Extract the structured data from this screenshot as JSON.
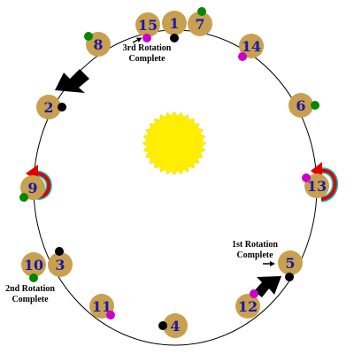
{
  "colors": {
    "orbit": "#000000",
    "planet": "#c8a050",
    "sun": "#ffee00",
    "number": "#1a1aa6",
    "marker_black": "#000000",
    "marker_magenta": "#cc00cc",
    "marker_green": "#008800",
    "rotation_arrow": "#e00000",
    "rotation_arrow_edge": "#00c8c8"
  },
  "positions": [
    {
      "label": "1",
      "marker": "black"
    },
    {
      "label": "15",
      "marker": "magenta"
    },
    {
      "label": "7",
      "marker": "green"
    },
    {
      "label": "14",
      "marker": "magenta"
    },
    {
      "label": "6",
      "marker": "green"
    },
    {
      "label": "13",
      "marker": "magenta"
    },
    {
      "label": "5",
      "marker": "black"
    },
    {
      "label": "12",
      "marker": "magenta"
    },
    {
      "label": "4",
      "marker": "black"
    },
    {
      "label": "11",
      "marker": "magenta"
    },
    {
      "label": "3",
      "marker": "black"
    },
    {
      "label": "10",
      "marker": "green"
    },
    {
      "label": "9",
      "marker": "green"
    },
    {
      "label": "2",
      "marker": "black"
    },
    {
      "label": "8",
      "marker": "green"
    }
  ],
  "captions": {
    "first": [
      "1st Rotation",
      "Complete"
    ],
    "second": [
      "2nd Rotation",
      "Complete"
    ],
    "third": [
      "3rd Rotation",
      "Complete"
    ]
  }
}
